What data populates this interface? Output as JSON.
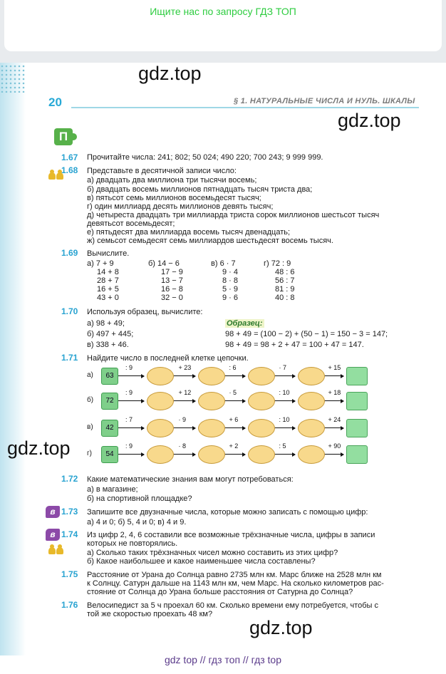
{
  "top_banner": "Ищите нас по запросу ГДЗ ТОП",
  "watermark": "gdz.top",
  "page_number": "20",
  "section_header": "§ 1. НАТУРАЛЬНЫЕ ЧИСЛА И НУЛЬ. ШКАЛЫ",
  "p_badge": "П",
  "v_badge": "в",
  "tasks": {
    "t167": {
      "num": "1.67",
      "text": "Прочитайте числа: 241; 802; 50 024; 490 220; 700 243; 9 999 999."
    },
    "t168": {
      "num": "1.68",
      "lines": [
        "Представьте в десятичной записи число:",
        "а) двадцать два миллиона три тысячи восемь;",
        "б) двадцать восемь миллионов пятнадцать тысяч триста два;",
        "в) пятьсот семь миллионов восемьдесят тысяч;",
        "г) один миллиард десять миллионов девять тысяч;",
        "д) четыреста двадцать три миллиарда триста сорок миллионов шестьсот тысяч",
        "девятьсот восемьдесят;",
        "е) пятьдесят два миллиарда восемь тысяч двенадцать;",
        "ж) семьсот семьдесят семь миллиардов шестьдесят восемь тысяч."
      ]
    },
    "t169": {
      "num": "1.69",
      "title": "Вычислите.",
      "cols": [
        [
          "а)    7 + 9",
          "14 + 8",
          "28 + 7",
          "16 + 5",
          "43 + 0"
        ],
        [
          "б) 14 − 6",
          "17 − 9",
          "13 − 7",
          "16 − 8",
          "32 − 0"
        ],
        [
          "в) 6 · 7",
          "9 · 4",
          "8 · 8",
          "5 · 9",
          "9 · 6"
        ],
        [
          "г) 72 : 9",
          "48 : 6",
          "56 : 7",
          "81 : 9",
          "40 : 8"
        ]
      ]
    },
    "t170": {
      "num": "1.70",
      "title": "Используя образец, вычислите:",
      "items": [
        "а) 98 + 49;",
        "б) 497 + 445;",
        "в) 338 + 46."
      ],
      "sample_label": "Образец:",
      "sample_lines": [
        "98 + 49 = (100 − 2) + (50 − 1) = 150 − 3 = 147;",
        "98 + 49 = 98 + 2 + 47 = 100 + 47 = 147."
      ]
    },
    "t171": {
      "num": "1.71",
      "title": "Найдите число в последней клетке цепочки.",
      "chains": [
        {
          "label": "а)",
          "start": "63",
          "ops": [
            ": 9",
            "+ 23",
            ": 6",
            "· 7",
            "+ 15"
          ]
        },
        {
          "label": "б)",
          "start": "72",
          "ops": [
            ": 9",
            "+ 12",
            "· 5",
            ": 10",
            "+ 18"
          ]
        },
        {
          "label": "в)",
          "start": "42",
          "ops": [
            ": 7",
            "· 9",
            "+ 6",
            ": 10",
            "+ 24"
          ]
        },
        {
          "label": "г)",
          "start": "54",
          "ops": [
            ": 9",
            "· 8",
            "+ 2",
            ": 5",
            "+ 90"
          ]
        }
      ]
    },
    "t172": {
      "num": "1.72",
      "lines": [
        "Какие математические знания вам могут потребоваться:",
        "а) в магазине;",
        "б) на спортивной площадке?"
      ]
    },
    "t173": {
      "num": "1.73",
      "lines": [
        "Запишите все двузначные числа, которые можно записать с помощью цифр:",
        "а) 4 и 0;       б) 5, 4 и 0;       в) 4 и 9."
      ]
    },
    "t174": {
      "num": "1.74",
      "lines": [
        "Из цифр 2, 4, 6 составили все возможные трёхзначные числа, цифры в записи",
        "которых не повторялись.",
        "а) Сколько таких трёхзначных чисел можно составить из этих цифр?",
        "б) Какое наибольшее и какое наименьшее числа составлены?"
      ]
    },
    "t175": {
      "num": "1.75",
      "lines": [
        "Расстояние от Урана до Солнца равно 2735 млн км. Марс ближе на 2528 млн км",
        "к Солнцу. Сатурн дальше на 1143 млн км, чем Марс. На сколько километров рас-",
        "стояние от Солнца до Урана больше расстояния от Сатурна до Солнца?"
      ]
    },
    "t176": {
      "num": "1.76",
      "lines": [
        "Велосипедист за 5 ч проехал 60 км. Сколько времени ему потребуется, чтобы с",
        "той же скоростью проехать 48 км?"
      ]
    }
  },
  "footer": "gdz top  //  гдз топ  //  гдз top"
}
